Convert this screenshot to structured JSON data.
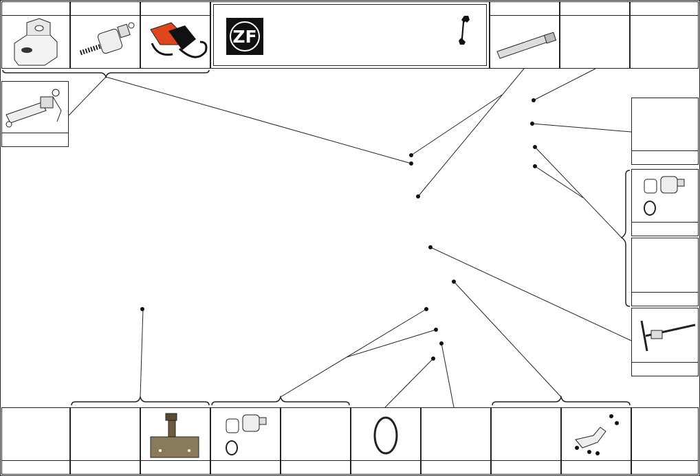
{
  "diagram": {
    "title_panel": {
      "logo_text": "ZF",
      "tool_icon": "wrench-icon"
    },
    "top_row": [
      {
        "id": "t1",
        "part": "bracket-block",
        "caption": ""
      },
      {
        "id": "t2",
        "part": "solenoid",
        "caption": ""
      },
      {
        "id": "t3",
        "part": "wiring-harness",
        "caption": ""
      },
      {
        "id": "t4",
        "part": "rod",
        "caption": ""
      },
      {
        "id": "t5",
        "part": "blank",
        "caption": ""
      },
      {
        "id": "t6",
        "part": "blank",
        "caption": ""
      }
    ],
    "left_column": [
      {
        "id": "l1",
        "part": "actuator-assembly",
        "caption": ""
      }
    ],
    "right_column": [
      {
        "id": "r1",
        "part": "blank",
        "caption": ""
      },
      {
        "id": "r2",
        "part": "fitting-nut-ring",
        "caption": ""
      },
      {
        "id": "r3",
        "part": "blank",
        "caption": ""
      },
      {
        "id": "r4",
        "part": "shift-lever",
        "caption": ""
      }
    ],
    "bottom_row": [
      {
        "id": "b1",
        "part": "blank",
        "caption": ""
      },
      {
        "id": "b2",
        "part": "blank",
        "caption": ""
      },
      {
        "id": "b3",
        "part": "valve-bracket",
        "caption": ""
      },
      {
        "id": "b4",
        "part": "fitting-nut-ring",
        "caption": ""
      },
      {
        "id": "b5",
        "part": "blank",
        "caption": ""
      },
      {
        "id": "b6",
        "part": "o-ring",
        "caption": ""
      },
      {
        "id": "b7",
        "part": "blank",
        "caption": ""
      },
      {
        "id": "b8",
        "part": "blank",
        "caption": ""
      },
      {
        "id": "b9",
        "part": "bracket-with-bolts",
        "caption": ""
      },
      {
        "id": "b10",
        "part": "blank",
        "caption": ""
      }
    ]
  }
}
